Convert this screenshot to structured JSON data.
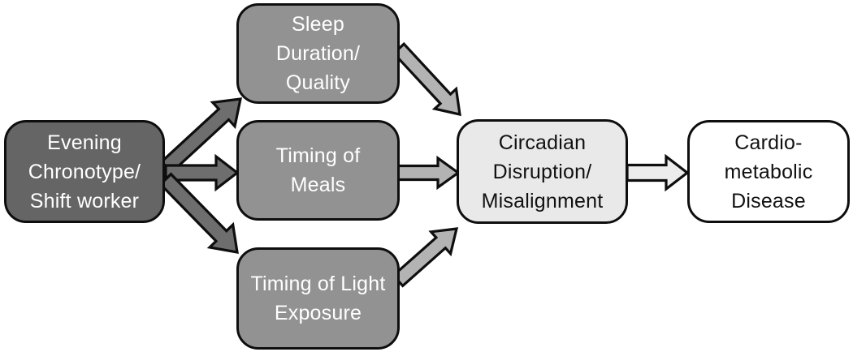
{
  "figure": {
    "background": "#ffffff",
    "stroke_color": "#0e0e0e",
    "nodes": {
      "evening": {
        "label": "Evening\nChronotype/\nShift worker",
        "fill": "#656565",
        "text_color": "#ffffff"
      },
      "sleep": {
        "label": "Sleep\nDuration/\nQuality",
        "fill": "#929292",
        "text_color": "#ffffff"
      },
      "meals": {
        "label": "Timing of\nMeals",
        "fill": "#929292",
        "text_color": "#ffffff"
      },
      "light": {
        "label": "Timing of Light\nExposure",
        "fill": "#929292",
        "text_color": "#ffffff"
      },
      "circadian": {
        "label": "Circadian\nDisruption/\nMisalignment",
        "fill": "#e9e9e9",
        "text_color": "#111111"
      },
      "cardio": {
        "label": "Cardio-\nmetabolic\nDisease",
        "fill": "#ffffff",
        "text_color": "#111111"
      }
    },
    "edges": [
      {
        "from": "evening",
        "to": "sleep",
        "fill": "#6e6e6e"
      },
      {
        "from": "evening",
        "to": "meals",
        "fill": "#6e6e6e"
      },
      {
        "from": "evening",
        "to": "light",
        "fill": "#6e6e6e"
      },
      {
        "from": "sleep",
        "to": "circadian",
        "fill": "#b3b3b3"
      },
      {
        "from": "meals",
        "to": "circadian",
        "fill": "#b3b3b3"
      },
      {
        "from": "light",
        "to": "circadian",
        "fill": "#b3b3b3"
      },
      {
        "from": "circadian",
        "to": "cardio",
        "fill": "#ececec"
      }
    ]
  }
}
